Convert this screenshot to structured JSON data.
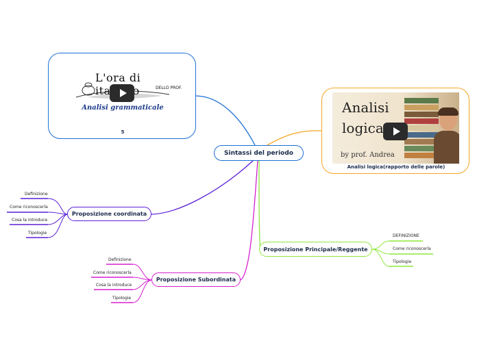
{
  "central": {
    "label": "Sintassi del periodo"
  },
  "topics": {
    "grammaticale": {
      "logo_text": "L'ora di italiano",
      "logo_sub": "DELLO PROF.",
      "title": "Analisi grammaticale",
      "caption": "5"
    },
    "logica": {
      "thumb_line1": "Analisi",
      "thumb_line2": "logica",
      "thumb_author": "by prof. Andrea",
      "caption": "Analisi logica(rapporto delle parole)"
    },
    "coordinata": {
      "label": "Proposizione coordinata",
      "children": [
        "Definizione",
        "Come riconoscerla",
        "Cosa la introduce",
        "Tipologie"
      ]
    },
    "subordinata": {
      "label": "Proposizione Subordinata",
      "children": [
        "Definizione",
        "Come riconoscerla",
        "Cosa la introduce",
        "Tipologie"
      ]
    },
    "principale": {
      "label": "Proposizione Principale/Reggente",
      "children": [
        "DEFINIZIONE",
        "Come riconoscerla",
        "Tipologie"
      ]
    }
  },
  "colors": {
    "central": "#1c6fd6",
    "grammaticale": "#1c6fd6",
    "logica": "#f5a623",
    "coordinata": "#5a1fd6",
    "subordinata": "#d61fd0",
    "principale": "#8ee63c"
  }
}
